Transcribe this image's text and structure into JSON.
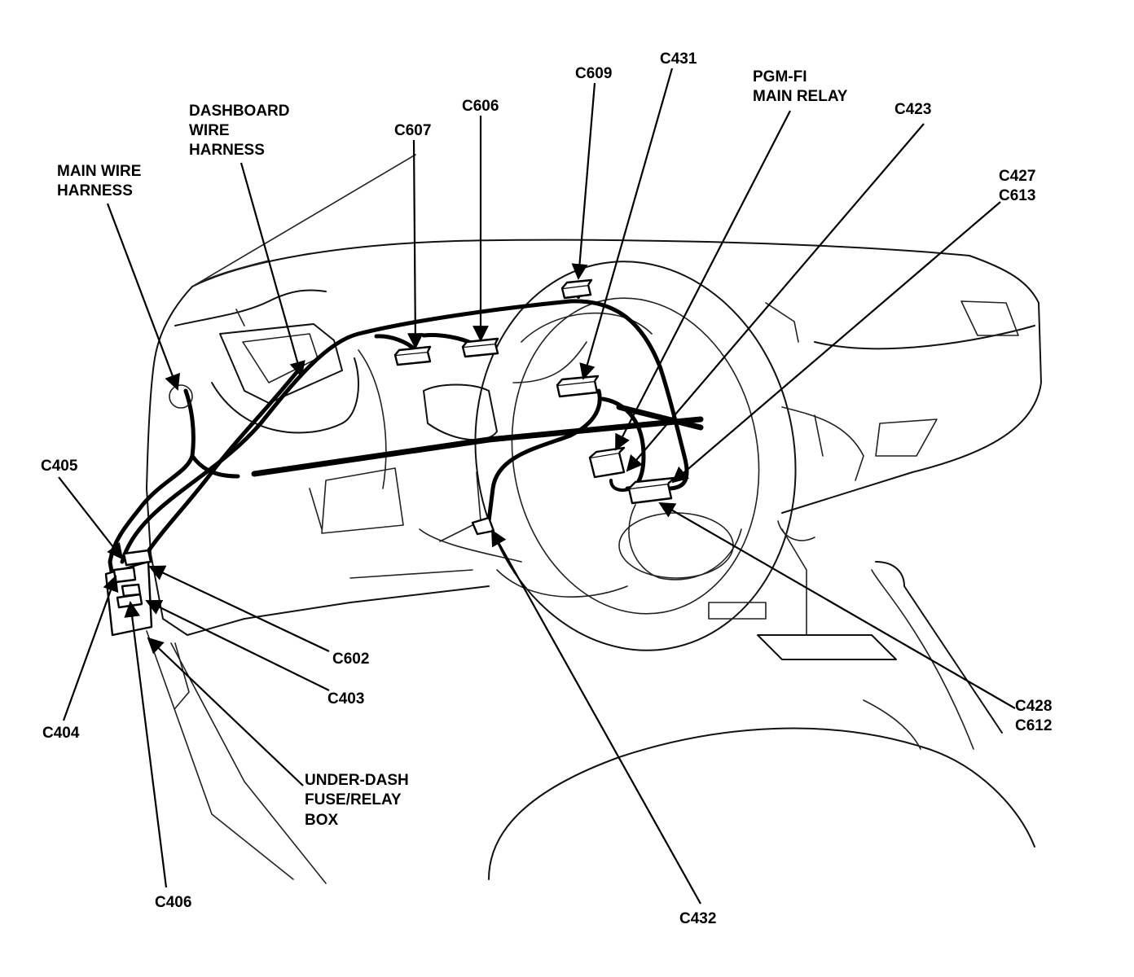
{
  "labels": {
    "main_wire_harness": [
      "MAIN WIRE",
      "HARNESS"
    ],
    "dashboard_wire_harness": [
      "DASHBOARD",
      "WIRE",
      "HARNESS"
    ],
    "c607": "C607",
    "c606": "C606",
    "c609": "C609",
    "c431": "C431",
    "pgm_fi_main_relay": [
      "PGM-FI",
      "MAIN RELAY"
    ],
    "c423": "C423",
    "c427_c613": [
      "C427",
      "C613"
    ],
    "c405": "C405",
    "c602": "C602",
    "c403": "C403",
    "c404": "C404",
    "under_dash_box": [
      "UNDER-DASH",
      "FUSE/RELAY",
      "BOX"
    ],
    "c406": "C406",
    "c432": "C432",
    "c428_c612": [
      "C428",
      "C612"
    ]
  }
}
